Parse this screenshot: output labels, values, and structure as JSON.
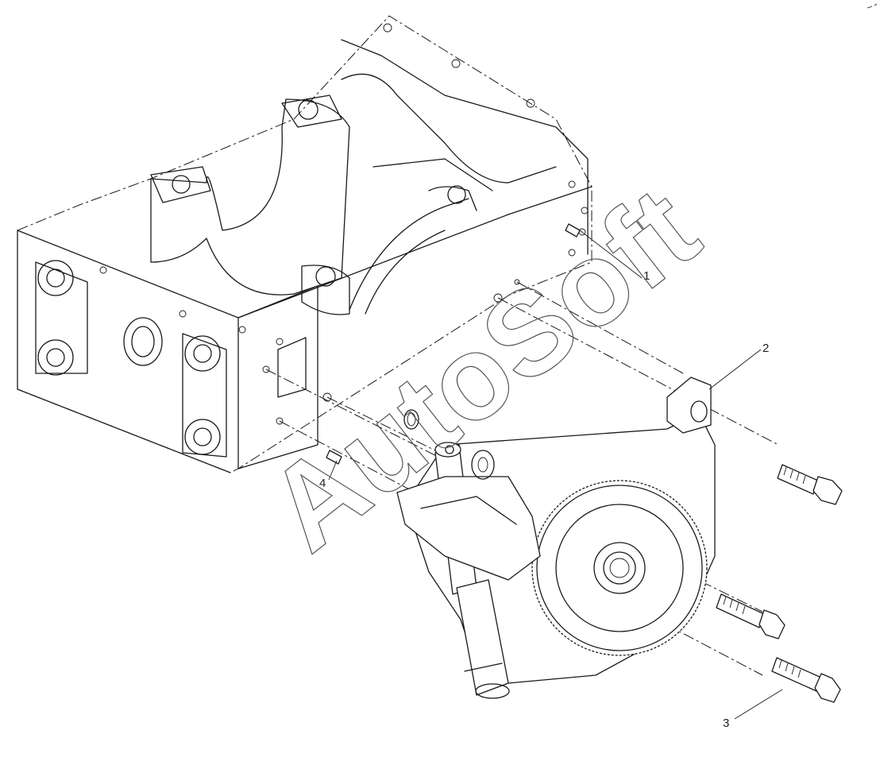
{
  "watermark": "AutoSoft",
  "callouts": [
    {
      "id": "1",
      "label": "1"
    },
    {
      "id": "2",
      "label": "2"
    },
    {
      "id": "3",
      "label": "3"
    },
    {
      "id": "4",
      "label": "4"
    }
  ],
  "colors": {
    "line": "#1a1a1a",
    "background": "#ffffff",
    "watermark": "#555555"
  }
}
